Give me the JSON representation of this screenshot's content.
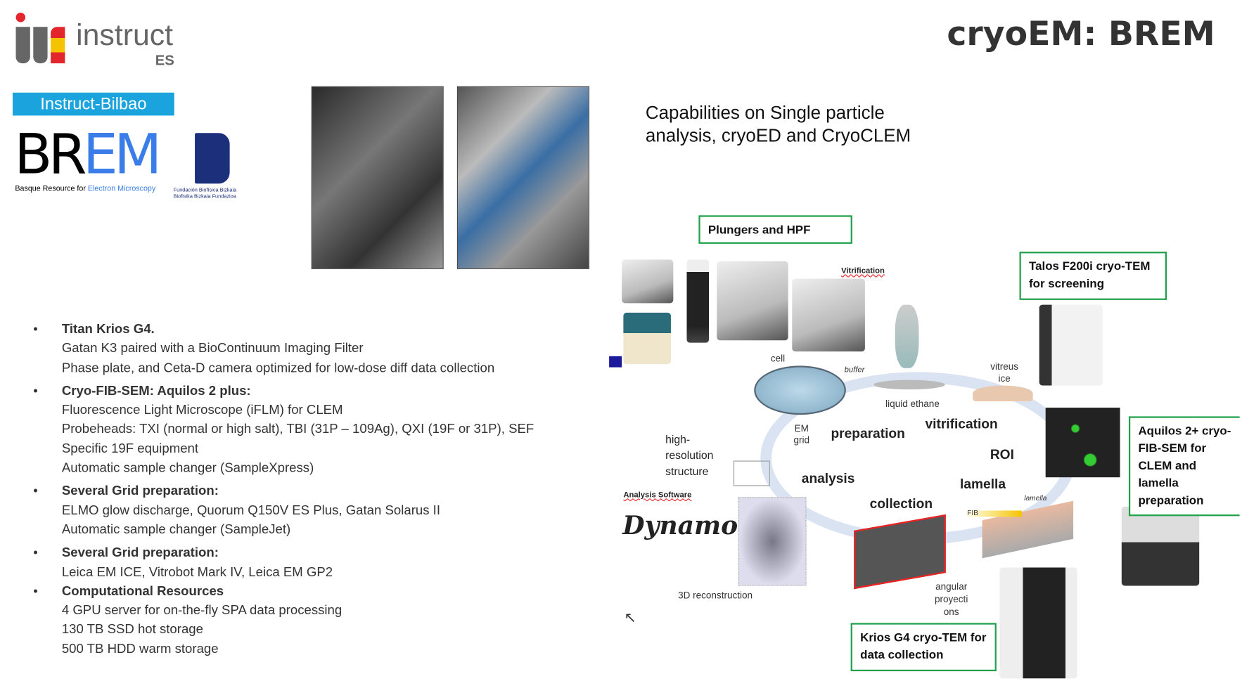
{
  "header": {
    "title": "cryoEM: BREM",
    "logo_text": "instruct",
    "logo_sub": "ES"
  },
  "logos": {
    "bilbao": "Instruct-Bilbao",
    "brem_b": "BR",
    "brem_e": "EM",
    "brem_sub_a": "Basque Resource for ",
    "brem_sub_b": "Electron Microscopy",
    "fbb": "Fundación Biofísica Bizkaia Biofisika Bizkaia Fundazioa"
  },
  "capabilities": "Capabilities on Single particle analysis, cryoED and CryoCLEM",
  "bullets": [
    {
      "head": "Titan Krios G4.",
      "lines": [
        "Gatan K3 paired with a BioContinuum Imaging Filter",
        "Phase plate, and Ceta-D camera optimized for low-dose diff data collection"
      ]
    },
    {
      "head": "Cryo-FIB-SEM: Aquilos 2 plus:",
      "lines": [
        "Fluorescence Light Microscope (iFLM) for CLEM",
        "Probeheads: TXI (normal or high salt), TBI (31P – 109Ag), QXI (19F or 31P), SEF",
        "Specific 19F equipment",
        "Automatic sample changer (SampleXpress)"
      ]
    },
    {
      "head": "Several Grid preparation:",
      "lines": [
        "ELMO glow discharge, Quorum Q150V ES Plus, Gatan Solarus II",
        "Automatic sample changer (SampleJet)"
      ]
    },
    {
      "head": "Several Grid preparation:",
      "lines": [
        "Leica EM ICE, Vitrobot Mark IV, Leica EM GP2"
      ]
    },
    {
      "head": "Computational Resources",
      "lines": [
        "4 GPU server for on-the-fly SPA data processing",
        "130 TB SSD hot storage",
        "500 TB HDD warm storage"
      ]
    }
  ],
  "diagram": {
    "box_plungers": "Plungers and HPF",
    "box_talos": "Talos F200i cryo-TEM for screening",
    "box_aquilos": "Aquilos 2+ cryo-FIB-SEM for CLEM and lamella preparation",
    "box_krios": "Krios G4 cryo-TEM for data collection",
    "vitrification_small": "Vitrification",
    "cell": "cell",
    "buffer": "buffer",
    "em_grid": "EM grid",
    "liquid_ethane": "liquid ethane",
    "vitreous_ice": "vitreus ice",
    "preparation": "preparation",
    "vitrification": "vitrification",
    "roi": "ROI",
    "lamella": "lamella",
    "lamella_small": "lamella",
    "fib": "FIB",
    "collection": "collection",
    "analysis": "analysis",
    "high_res": "high-resolution structure",
    "analysis_software": "Analysis Software",
    "dynamo": "Dynamo",
    "recon": "3D reconstruction",
    "angular": "angular proyecti ons"
  }
}
